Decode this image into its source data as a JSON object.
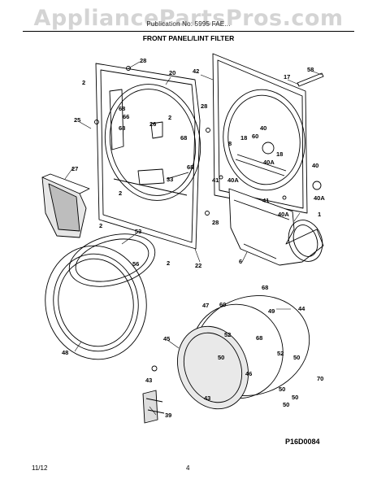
{
  "watermark": "AppliancePartsPros.com",
  "header": {
    "line": "Publication No: 5995                      FAE...",
    "title": "FRONT PANEL/LINT FILTER"
  },
  "callouts": {
    "c28a": "28",
    "c2a": "2",
    "c20": "20",
    "c42": "42",
    "c58": "58",
    "c17": "17",
    "c68a": "68",
    "c66": "66",
    "c25": "25",
    "c68b": "68",
    "c26": "26",
    "c2b": "2",
    "c68c": "68",
    "c28b": "28",
    "c60a": "60",
    "c18a": "18",
    "c40a": "40",
    "c8": "8",
    "c18b": "18",
    "c40b": "40",
    "c40c": "40A",
    "c68d": "68",
    "c41a": "41",
    "c40d": "40A",
    "c40e": "40A",
    "c27": "27",
    "c33": "33",
    "c2c": "2",
    "c41b": "41",
    "c40f": "40A",
    "c2d": "2",
    "c28c": "28",
    "c1": "1",
    "c53": "53",
    "c56": "56",
    "c2e": "2",
    "c22": "22",
    "c6": "6",
    "c68e": "68",
    "c47": "47",
    "c60b": "60",
    "c49": "49",
    "c44": "44",
    "c52a": "52",
    "c68f": "68",
    "c45": "45",
    "c50a": "50",
    "c48": "48",
    "c52b": "52",
    "c50b": "50",
    "c46": "46",
    "c70": "70",
    "c43a": "43",
    "c50c": "50",
    "c50d": "50",
    "c43b": "43",
    "c50e": "50",
    "c39": "39"
  },
  "drawing_id": "P16D0084",
  "footer": {
    "date": "11/12",
    "page": "4"
  }
}
